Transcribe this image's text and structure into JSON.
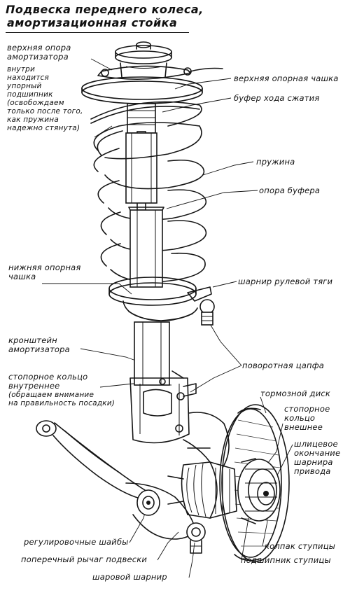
{
  "title": {
    "line1": "Подвеска переднего колеса,",
    "line2": "амортизационная стойка"
  },
  "labels": {
    "upper_mount": [
      "верхняя опора",
      "амортизатора"
    ],
    "bearing_note": [
      "внутри",
      "находится",
      "упорный",
      "подшипник",
      "(освобождаем",
      "только после того,",
      "как пружина",
      "надежно стянута)"
    ],
    "upper_cup": "верхняя опорная чашка",
    "bump_stop": "буфер хода сжатия",
    "spring": "пружина",
    "bump_stop_seat": "опора буфера",
    "lower_cup": [
      "нижняя опорная",
      "чашка"
    ],
    "tie_rod_joint": "шарнир рулевой тяги",
    "strut_bracket": [
      "кронштейн",
      "амортизатора"
    ],
    "steering_knuckle": "поворотная цапфа",
    "inner_circlip": [
      "стопорное кольцо",
      "внутреннее",
      "(обращаем внимание",
      "на правильность посадки)"
    ],
    "brake_disc": "тормозной диск",
    "outer_circlip": [
      "стопорное",
      "кольцо",
      "внешнее"
    ],
    "splined_end": [
      "шлицевое",
      "окончание",
      "шарнира",
      "привода"
    ],
    "adjusting_shims": "регулировочные шайбы",
    "wishbone": "поперечный рычаг подвески",
    "hub_cap": "колпак ступицы",
    "hub_bearing": "подшипник ступицы",
    "ball_joint": "шаровой шарнир"
  }
}
